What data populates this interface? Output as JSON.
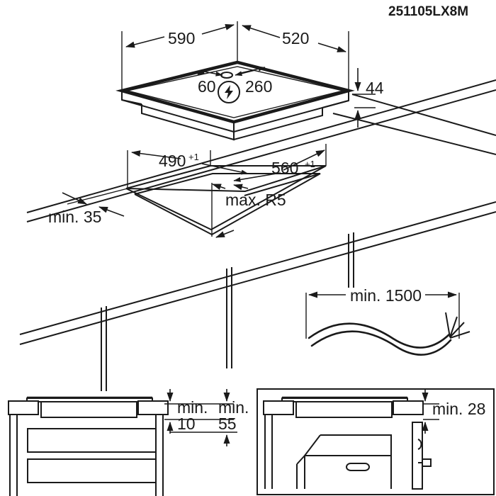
{
  "document": {
    "code": "251105LX8M",
    "type": "installation-dimension-drawing",
    "product": "built-in hob / cooktop",
    "units": "mm"
  },
  "views": {
    "hob": {
      "name": "hob-isometric-view",
      "dimensions": {
        "width": "590",
        "depth": "520",
        "connection_offset_left": "60",
        "connection_offset_right": "260",
        "height": "44"
      },
      "icons": {
        "electrical": "lightning-bolt-icon"
      }
    },
    "cutout": {
      "name": "worktop-cutout-view",
      "dimensions": {
        "depth": "490",
        "depth_tolerance": "+1",
        "width": "560",
        "width_tolerance": "+1",
        "corner_radius": "max. R5",
        "edge_distance": "min. 35"
      }
    },
    "cable": {
      "name": "power-cable-view",
      "dimensions": {
        "length": "min. 1500"
      }
    },
    "section_drawers": {
      "name": "section-over-drawers-view",
      "dimensions": {
        "clearance_top": "min.",
        "clearance_top_value": "10",
        "clearance_cavity": "min.",
        "clearance_cavity_value": "55"
      }
    },
    "section_oven": {
      "name": "section-over-oven-view",
      "dimensions": {
        "clearance": "min. 28"
      }
    }
  },
  "colors": {
    "line": "#1a1a1a",
    "background": "#ffffff"
  }
}
